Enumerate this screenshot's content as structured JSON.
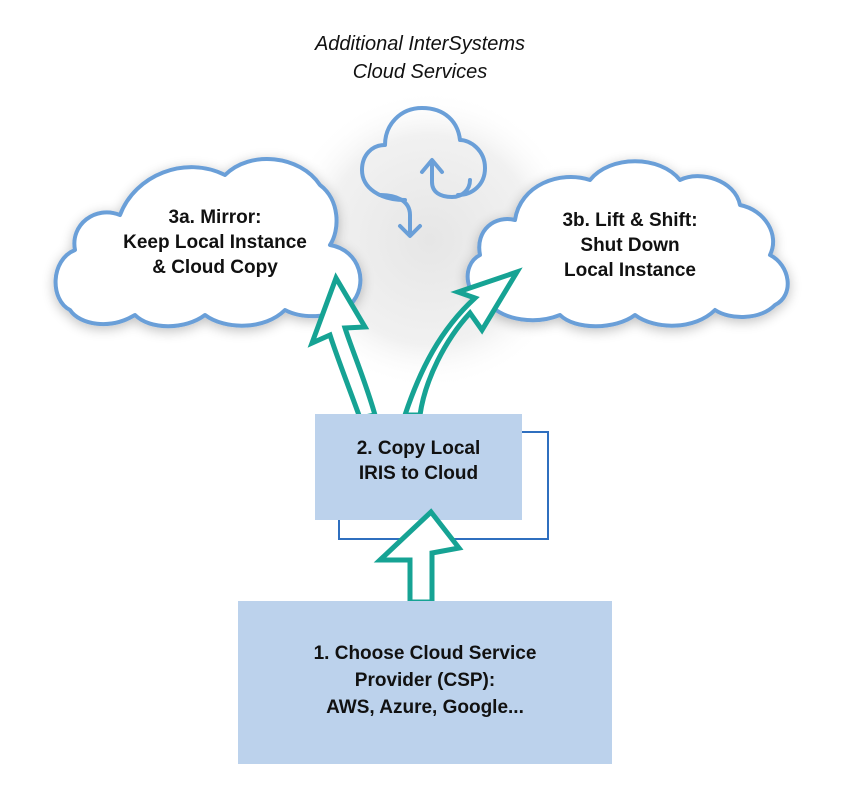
{
  "colors": {
    "cloud_stroke": "#6a9fd8",
    "arrow_stroke": "#16a394",
    "box_fill": "#bcd2ec",
    "box_outline": "#2f6fbf",
    "text": "#111111"
  },
  "header": {
    "lines": [
      "Additional InterSystems",
      "Cloud Services"
    ],
    "icon": "cloud-sync-icon"
  },
  "steps": {
    "step1": {
      "lines": [
        "1. Choose Cloud Service",
        "Provider (CSP):",
        "AWS, Azure, Google..."
      ]
    },
    "step2": {
      "lines": [
        "2. Copy Local",
        "IRIS to Cloud"
      ]
    },
    "step3a": {
      "lines": [
        "3a. Mirror:",
        "Keep Local Instance",
        "& Cloud Copy"
      ]
    },
    "step3b": {
      "lines": [
        "3b. Lift & Shift:",
        "Shut Down",
        "Local Instance"
      ]
    }
  },
  "connections": [
    {
      "from": "step1",
      "to": "step2"
    },
    {
      "from": "step2",
      "to": "step3a"
    },
    {
      "from": "step2",
      "to": "step3b"
    }
  ]
}
